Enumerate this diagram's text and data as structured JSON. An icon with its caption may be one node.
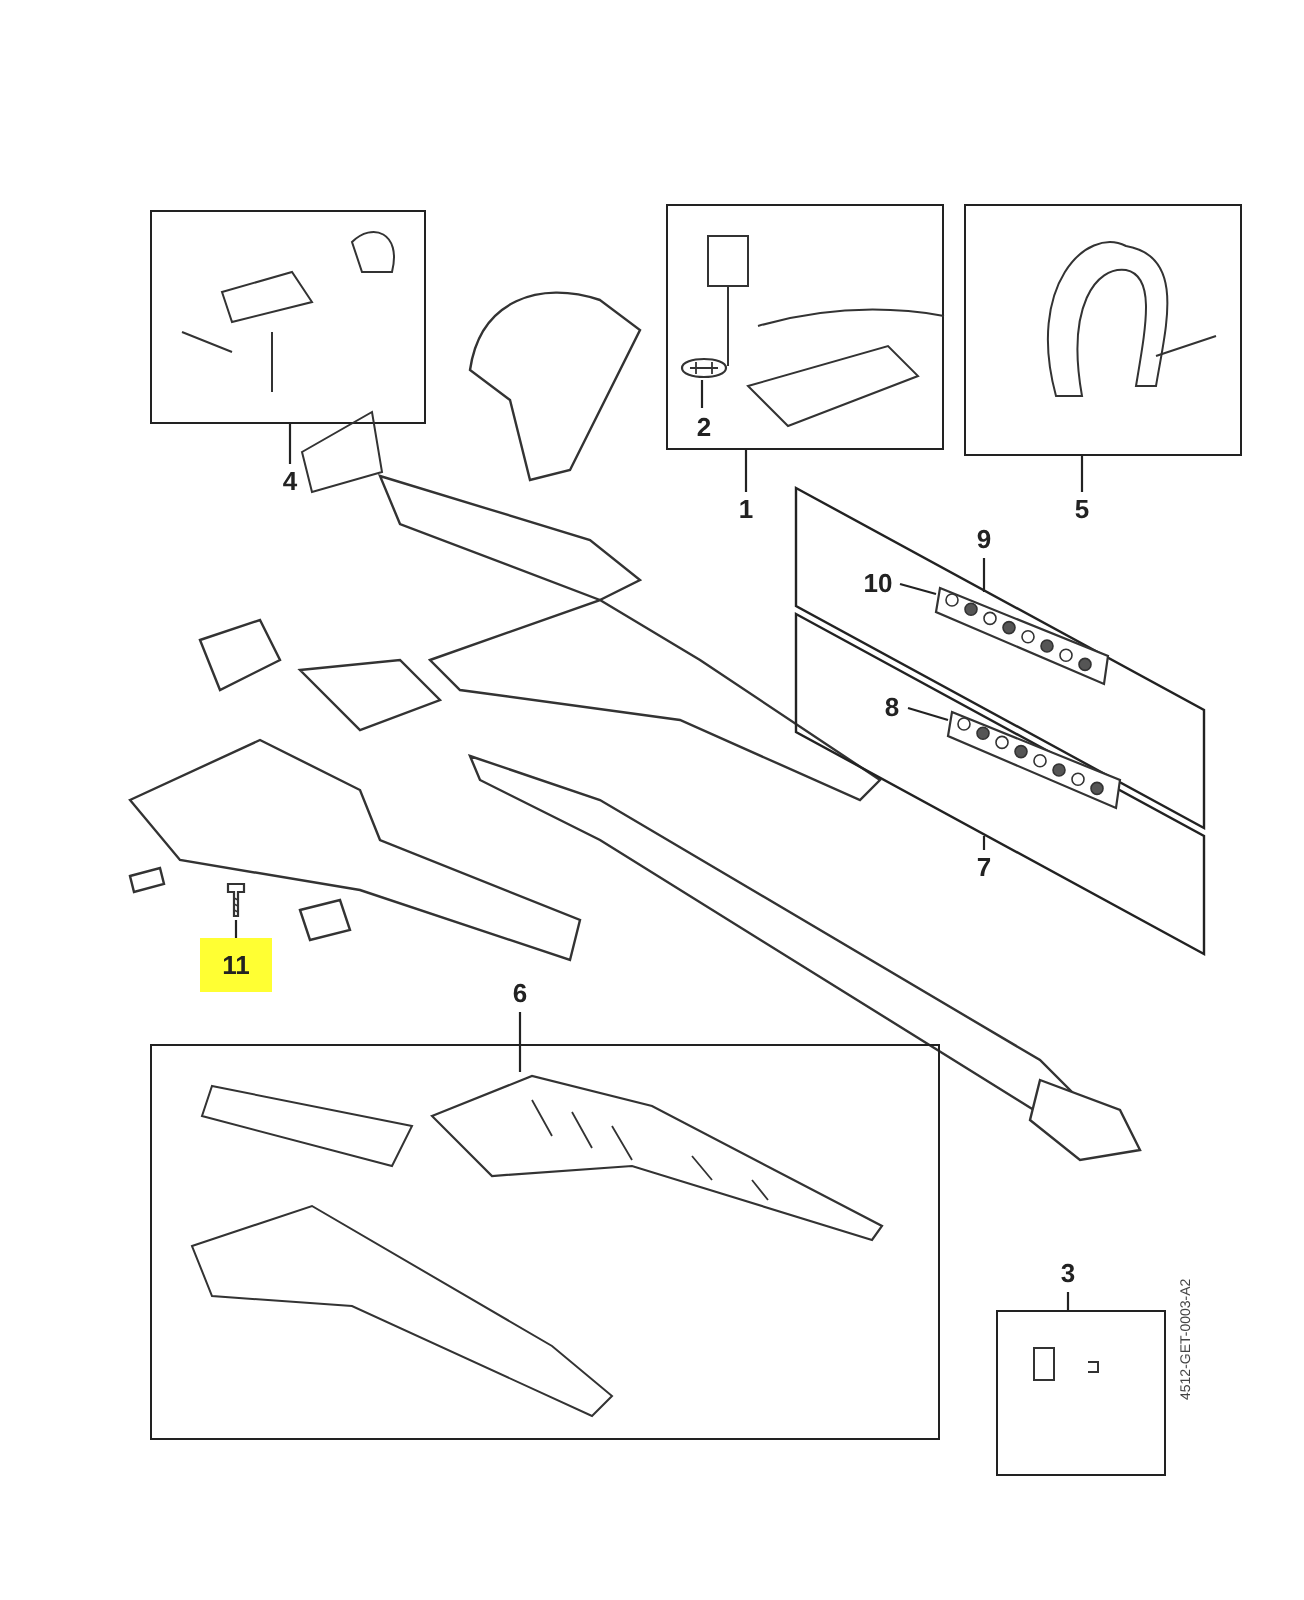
{
  "diagram": {
    "nodes": [
      {
        "text": [],
        "shape": "box"
      },
      {
        "text": [
          "4"
        ]
      },
      {
        "text": [],
        "shape": "box"
      },
      {
        "text": [
          "2"
        ],
        "in": 2
      },
      {
        "text": [],
        "shape": "picture",
        "in": 2
      },
      {
        "text": [
          "1"
        ]
      },
      {
        "text": [],
        "shape": "box"
      },
      {
        "text": [
          "5"
        ]
      },
      {
        "text": [],
        "shape": "box"
      },
      {
        "text": [
          "9"
        ]
      },
      {
        "text": [
          "10"
        ],
        "in": 8
      },
      {
        "text": [],
        "shape": "picture",
        "in": 8
      },
      {
        "text": [],
        "shape": "box"
      },
      {
        "text": [
          "7"
        ]
      },
      {
        "text": [
          "8"
        ],
        "in": 12
      },
      {
        "text": [],
        "shape": "picture",
        "in": 12
      },
      {
        "text": [
          "11"
        ]
      },
      {
        "text": [],
        "shape": "picture"
      },
      {
        "text": [],
        "shape": "box"
      },
      {
        "text": [
          "6"
        ]
      },
      {
        "text": [],
        "shape": "picture",
        "in": 18
      },
      {
        "text": [],
        "shape": "box"
      },
      {
        "text": [
          "3"
        ]
      }
    ],
    "edges": [
      {
        "from": 1,
        "to": 0,
        "arrow": "none"
      },
      {
        "from": 5,
        "to": 2,
        "arrow": "none"
      },
      {
        "from": 3,
        "to": 4,
        "arrow": "none"
      },
      {
        "from": 7,
        "to": 6,
        "arrow": "none"
      },
      {
        "from": 9,
        "to": 8,
        "arrow": "none"
      },
      {
        "from": 10,
        "to": 11,
        "arrow": "none"
      },
      {
        "from": 13,
        "to": 12,
        "arrow": "none"
      },
      {
        "from": 14,
        "to": 15,
        "arrow": "none"
      },
      {
        "from": 16,
        "to": 17,
        "arrow": "none"
      },
      {
        "from": 19,
        "to": 20,
        "arrow": "none"
      },
      {
        "from": 22,
        "to": 21,
        "arrow": "none"
      }
    ],
    "labels": [
      "4512-GET-0003-A2"
    ]
  }
}
